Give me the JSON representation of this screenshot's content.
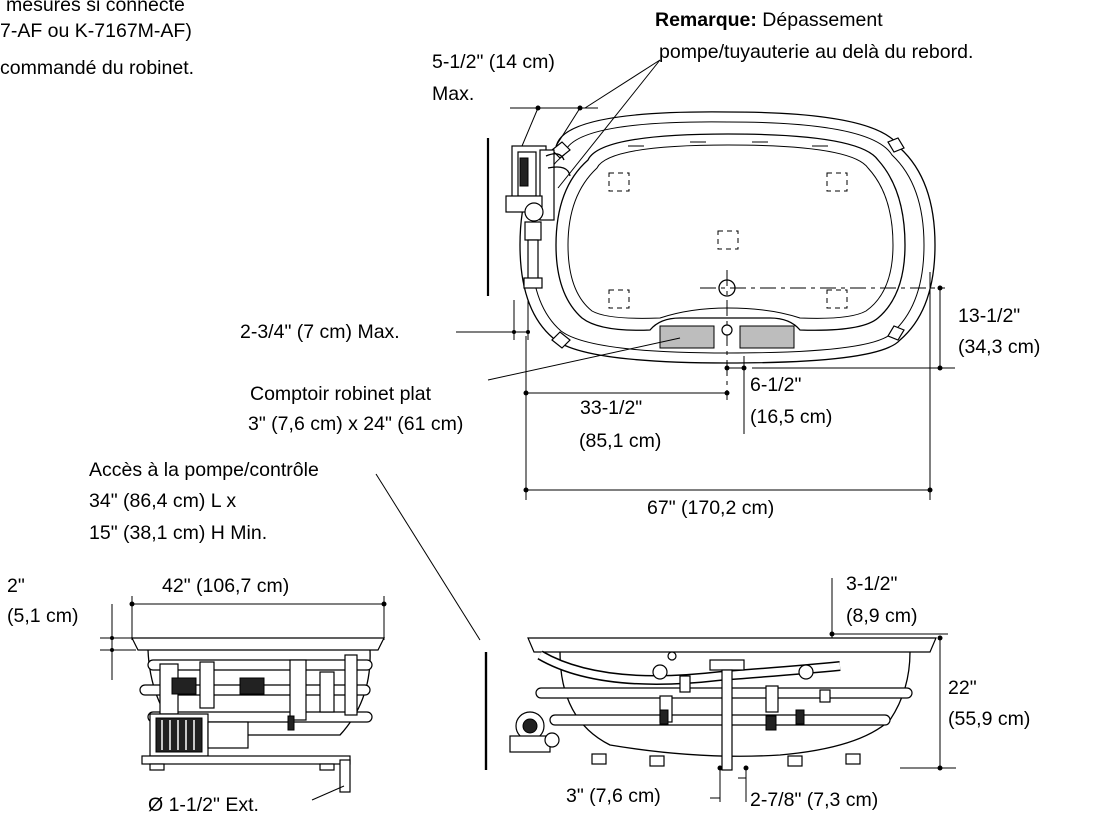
{
  "notes": {
    "top_left_line1": "mesures si connecté",
    "top_left_line2": "7-AF ou K-7167M-AF)",
    "top_left_line3": "commandé du robinet.",
    "remark_label": "Remarque:",
    "remark_line1": "Dépassement",
    "remark_line2": "pompe/tuyauterie au delà du rebord."
  },
  "top_view": {
    "dim_pump_max_1": "5-1/2\" (14 cm)",
    "dim_pump_max_2": "Max.",
    "dim_side_max": "2-3/4\" (7 cm) Max.",
    "faucet_deck_1": "Comptoir robinet plat",
    "faucet_deck_2": "3\" (7,6 cm) x 24\" (61 cm)",
    "dim_drain_x_1": "33-1/2\"",
    "dim_drain_x_2": "(85,1 cm)",
    "dim_drain_offset_1": "6-1/2\"",
    "dim_drain_offset_2": "(16,5 cm)",
    "dim_drain_y_1": "13-1/2\"",
    "dim_drain_y_2": "(34,3 cm)",
    "dim_length": "67\" (170,2 cm)"
  },
  "end_view": {
    "access_1": "Accès à la pompe/contrôle",
    "access_2": "34\" (86,4 cm) L x",
    "access_3": "15\" (38,1 cm) H Min.",
    "dim_width": "42\" (106,7 cm)",
    "dim_rim_1": "2\"",
    "dim_rim_2": "(5,1 cm)",
    "drain_ext": "Ø 1-1/2\" Ext."
  },
  "side_view": {
    "dim_rim_1": "3-1/2\"",
    "dim_rim_2": "(8,9 cm)",
    "dim_height_1": "22\"",
    "dim_height_2": "(55,9 cm)",
    "dim_drain_1": "3\" (7,6 cm)",
    "dim_drain_2": "2-7/8\" (7,3 cm)"
  }
}
